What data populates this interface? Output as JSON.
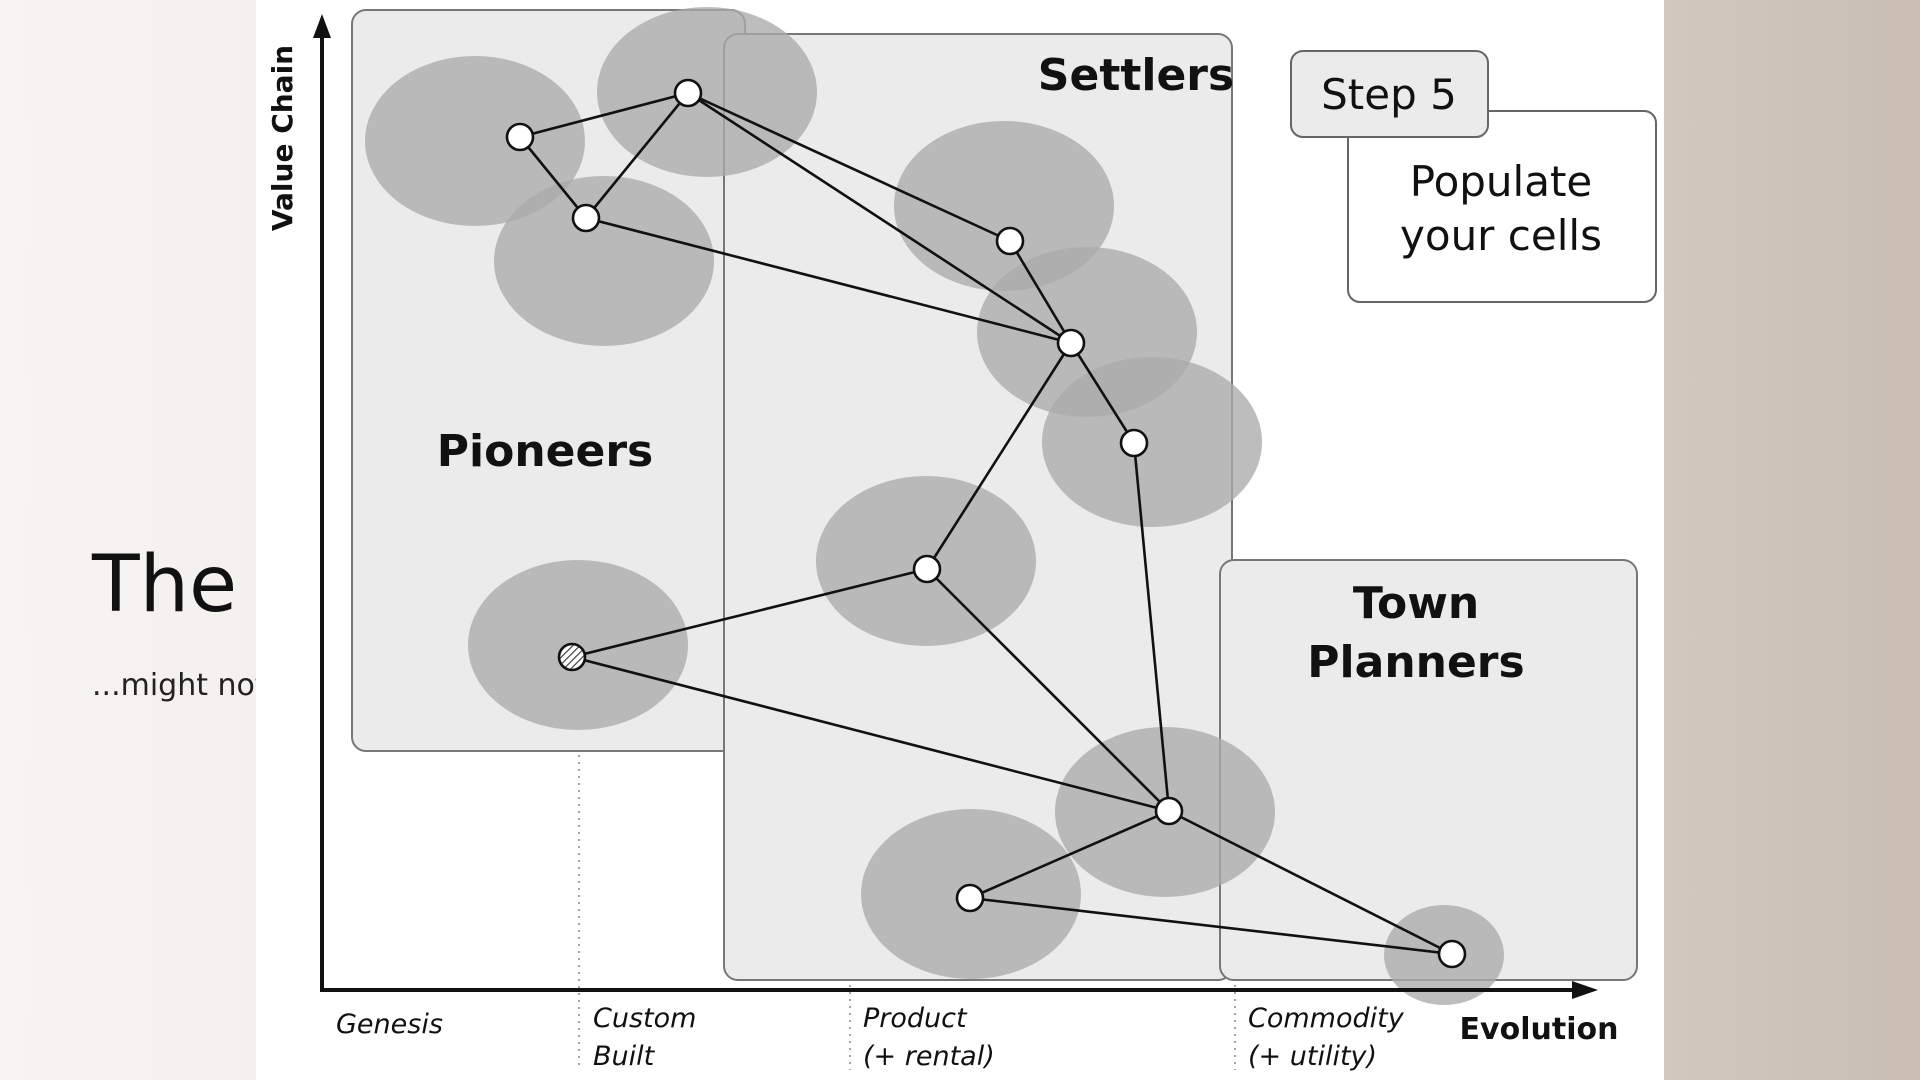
{
  "slide": {
    "title": "The p",
    "subtitle": "...might not"
  },
  "diagram": {
    "axis_y": "Value Chain",
    "axis_x": "Evolution",
    "stages": [
      "Genesis",
      "Custom",
      "Built",
      "Product",
      "(+ rental)",
      "Commodity",
      "(+ utility)"
    ],
    "zones": {
      "pioneers": "Pioneers",
      "settlers": "Settlers",
      "town_line1": "Town",
      "town_line2": "Planners"
    },
    "step": {
      "tab": "Step 5",
      "line1": "Populate",
      "line2": "your cells"
    }
  },
  "colors": {
    "zone_fill": "#ebebeb",
    "cell_fill": "#b0b0b0",
    "line": "#111111"
  }
}
